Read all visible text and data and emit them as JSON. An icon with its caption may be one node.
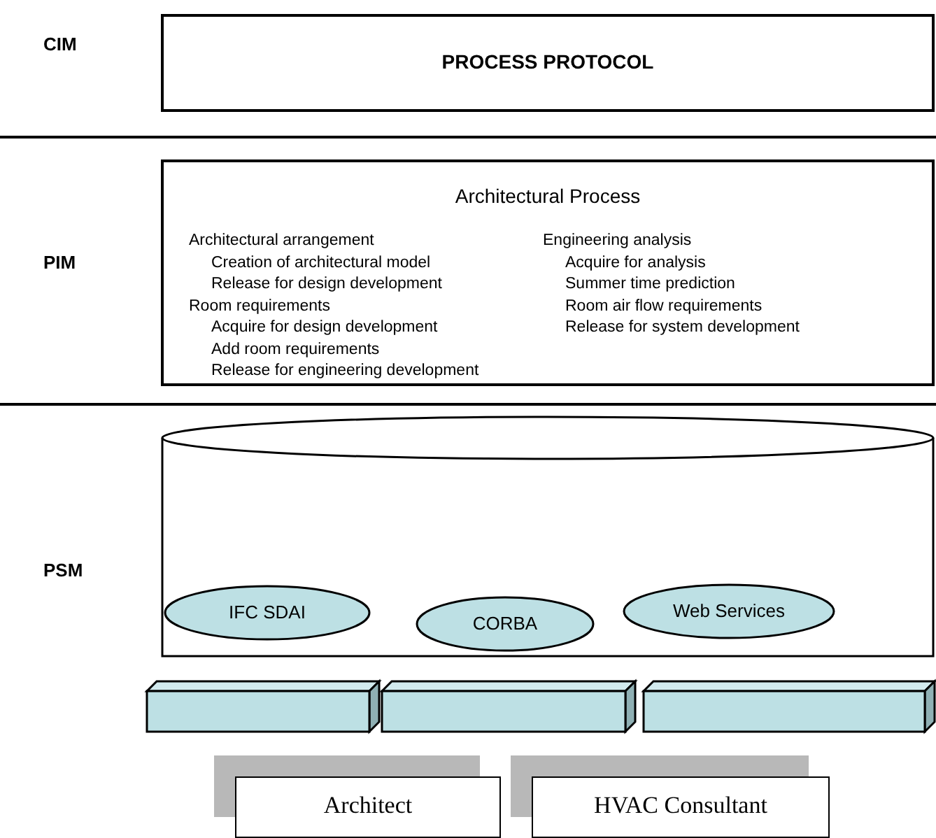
{
  "diagram": {
    "nodes": [
      {
        "text": [
          "PROCESS PROTOCOL"
        ]
      },
      {
        "text": [
          "Architectural Process",
          "Architectural arrangement",
          "Creation of architectural model",
          "Release for design development",
          "Room requirements",
          "Acquire for design development",
          "Add room requirements",
          "Release for engineering development",
          "Engineering analysis",
          "Acquire for analysis",
          "Summer time prediction",
          "Room air flow requirements",
          "Release for system development"
        ]
      },
      {
        "text": [],
        "shape": "cylinder"
      },
      {
        "text": [
          "IFC SDAI"
        ],
        "in": 2
      },
      {
        "text": [
          "CORBA"
        ],
        "in": 2
      },
      {
        "text": [
          "Web Services"
        ],
        "in": 2
      },
      {
        "text": [],
        "shape": "box"
      },
      {
        "text": [],
        "shape": "box"
      },
      {
        "text": [],
        "shape": "box"
      },
      {
        "text": [
          "Architect"
        ]
      },
      {
        "text": [
          "HVAC Consultant"
        ]
      }
    ],
    "labels": [
      "CIM",
      "PIM",
      "PSM"
    ]
  }
}
